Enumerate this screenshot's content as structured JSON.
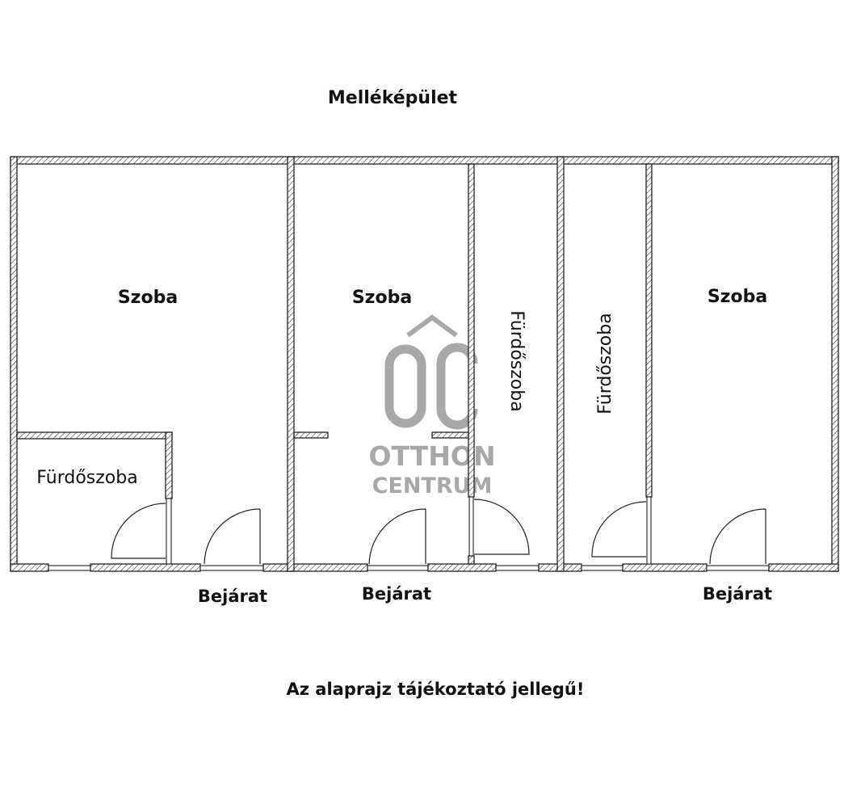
{
  "title": "Melléképület",
  "rooms": {
    "room1": "Szoba",
    "room2": "Szoba",
    "room3": "Szoba",
    "bath1": "Fürdőszoba",
    "bath2": "Fürdőszoba",
    "bath3": "Fürdőszoba"
  },
  "entrances": [
    "Bejárat",
    "Bejárat",
    "Bejárat"
  ],
  "disclaimer": "Az alaprajz tájékoztató jellegű!",
  "watermark": {
    "logo": "OC",
    "line1": "OTTHON",
    "line2": "CENTRUM",
    "color": "#9a9a9a"
  }
}
